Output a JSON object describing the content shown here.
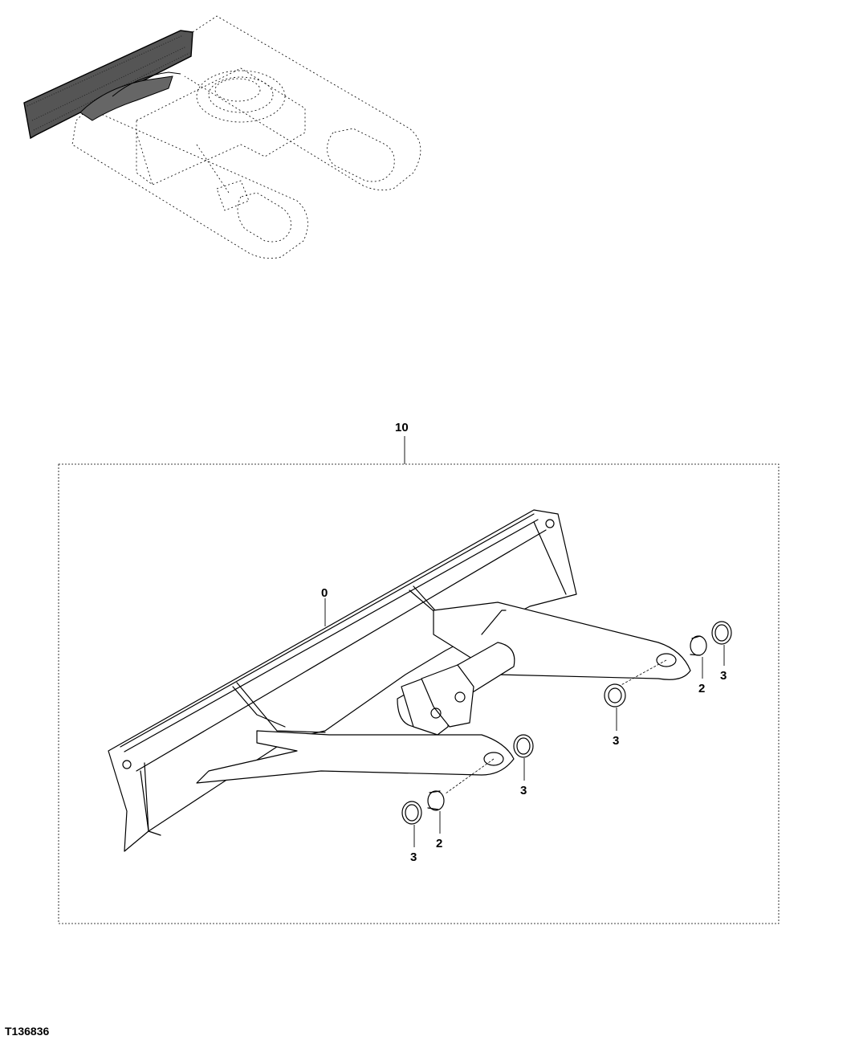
{
  "figure_id": "T136836",
  "callouts": {
    "assembly": "10",
    "blade": "0",
    "bushing_right": "2",
    "seal_right_outer": "3",
    "seal_right_inner": "3",
    "seal_left_upper": "3",
    "bushing_left": "2",
    "seal_left_lower": "3"
  }
}
